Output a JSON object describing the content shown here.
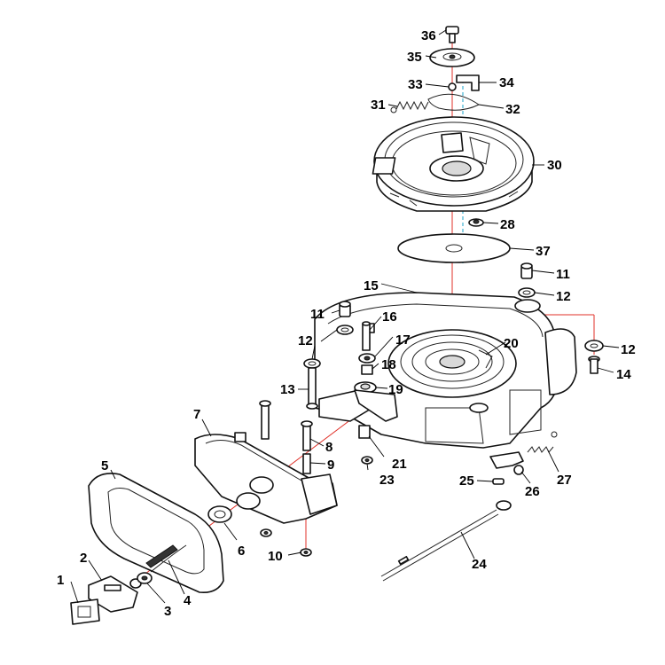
{
  "colors": {
    "line": "#111111",
    "axis_red": "#e0322a",
    "axis_blue": "#1aa3c8",
    "background": "#ffffff"
  },
  "labels": {
    "p1": "1",
    "p2": "2",
    "p3": "3",
    "p4": "4",
    "p5": "5",
    "p6": "6",
    "p7": "7",
    "p8": "8",
    "p9": "9",
    "p10": "10",
    "p11a": "11",
    "p11b": "11",
    "p12a": "12",
    "p12b": "12",
    "p12c": "12",
    "p13": "13",
    "p14": "14",
    "p15": "15",
    "p16": "16",
    "p17": "17",
    "p18": "18",
    "p19": "19",
    "p20": "20",
    "p21": "21",
    "p23": "23",
    "p24": "24",
    "p25": "25",
    "p26": "26",
    "p27": "27",
    "p28": "28",
    "p30": "30",
    "p31": "31",
    "p32": "32",
    "p33": "33",
    "p34": "34",
    "p35": "35",
    "p36": "36",
    "p37": "37"
  }
}
